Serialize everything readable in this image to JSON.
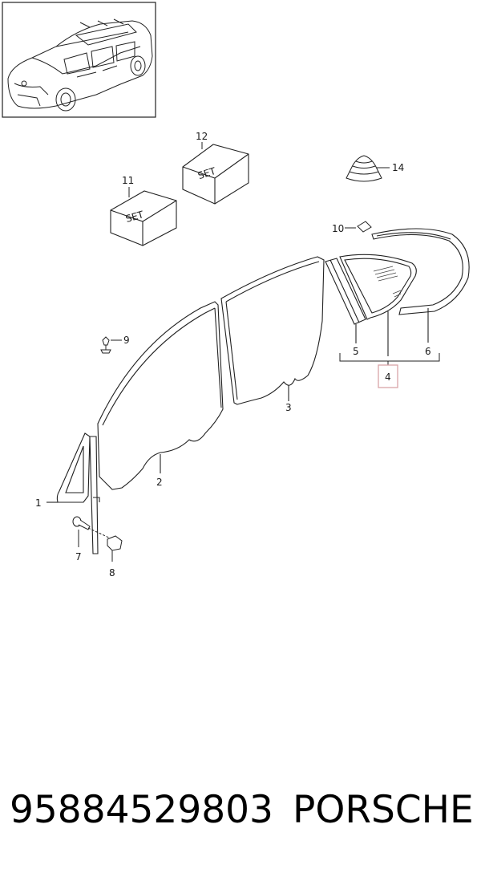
{
  "set_label": "SET",
  "callouts": {
    "c1": "1",
    "c2": "2",
    "c3": "3",
    "c4": "4",
    "c5": "5",
    "c6": "6",
    "c7": "7",
    "c8": "8",
    "c9": "9",
    "c10": "10",
    "c11": "11",
    "c12": "12",
    "c14": "14"
  },
  "highlight_color": "#d9a3a8",
  "footer": {
    "part_number": "95884529803",
    "brand": "PORSCHE"
  }
}
